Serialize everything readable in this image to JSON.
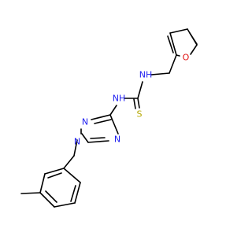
{
  "diagram": {
    "type": "chemical-structure",
    "colors": {
      "bond": "#000000",
      "N": "#1c1cf0",
      "O": "#e01010",
      "S": "#b5a800",
      "background": "#ffffff"
    },
    "atoms": {
      "furan_o": "O",
      "thiourea_nh_top": "NH",
      "thiourea_nh_left": "NH",
      "thione_s": "S",
      "triazole_n2": "N",
      "triazole_n1": "N",
      "triazole_n4": "N"
    }
  }
}
